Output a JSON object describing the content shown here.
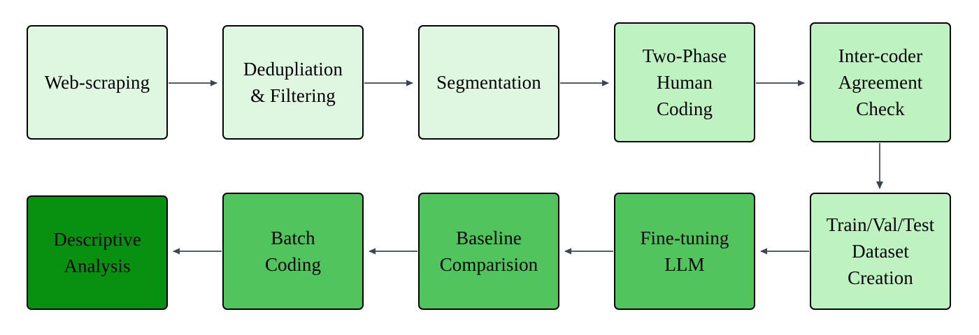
{
  "diagram": {
    "type": "flowchart",
    "orientation": "serpentine-two-rows",
    "background_color": "#ffffff",
    "edge_color": "#3b4553",
    "node_border_color": "#000000",
    "palette": {
      "pale_green": "#dff7e1",
      "light_green": "#bff2c1",
      "mid_green": "#52c45d",
      "dark_green": "#089010"
    },
    "nodes": [
      {
        "id": "web-scraping",
        "lines": [
          "Web-scraping"
        ],
        "fill": "#dff7e1",
        "row": 1,
        "order": 1
      },
      {
        "id": "dedup-filter",
        "lines": [
          "Dedupliation",
          "& Filtering"
        ],
        "fill": "#dff7e1",
        "row": 1,
        "order": 2
      },
      {
        "id": "segmentation",
        "lines": [
          "Segmentation"
        ],
        "fill": "#dff7e1",
        "row": 1,
        "order": 3
      },
      {
        "id": "two-phase",
        "lines": [
          "Two-Phase",
          "Human",
          "Coding"
        ],
        "fill": "#bff2c1",
        "row": 1,
        "order": 4
      },
      {
        "id": "inter-coder",
        "lines": [
          "Inter-coder",
          "Agreement",
          "Check"
        ],
        "fill": "#bff2c1",
        "row": 1,
        "order": 5
      },
      {
        "id": "dataset-creation",
        "lines": [
          "Train/Val/Test",
          "Dataset",
          "Creation"
        ],
        "fill": "#bff2c1",
        "row": 2,
        "order": 6
      },
      {
        "id": "fine-tuning",
        "lines": [
          "Fine-tuning",
          "LLM"
        ],
        "fill": "#52c45d",
        "row": 2,
        "order": 7
      },
      {
        "id": "baseline",
        "lines": [
          "Baseline",
          "Comparision"
        ],
        "fill": "#52c45d",
        "row": 2,
        "order": 8
      },
      {
        "id": "batch-coding",
        "lines": [
          "Batch",
          "Coding"
        ],
        "fill": "#52c45d",
        "row": 2,
        "order": 9
      },
      {
        "id": "descriptive",
        "lines": [
          "Descriptive",
          "Analysis"
        ],
        "fill": "#089010",
        "row": 2,
        "order": 10
      }
    ],
    "edges": [
      {
        "from": "web-scraping",
        "to": "dedup-filter",
        "direction": "right"
      },
      {
        "from": "dedup-filter",
        "to": "segmentation",
        "direction": "right"
      },
      {
        "from": "segmentation",
        "to": "two-phase",
        "direction": "right"
      },
      {
        "from": "two-phase",
        "to": "inter-coder",
        "direction": "right"
      },
      {
        "from": "inter-coder",
        "to": "dataset-creation",
        "direction": "down"
      },
      {
        "from": "dataset-creation",
        "to": "fine-tuning",
        "direction": "left"
      },
      {
        "from": "fine-tuning",
        "to": "baseline",
        "direction": "left"
      },
      {
        "from": "baseline",
        "to": "batch-coding",
        "direction": "left"
      },
      {
        "from": "batch-coding",
        "to": "descriptive",
        "direction": "left"
      }
    ]
  },
  "labels": {
    "web_scraping_l1": "Web-scraping",
    "dedup_l1": "Dedupliation",
    "dedup_l2": "& Filtering",
    "segmentation_l1": "Segmentation",
    "twophase_l1": "Two-Phase",
    "twophase_l2": "Human",
    "twophase_l3": "Coding",
    "intercoder_l1": "Inter-coder",
    "intercoder_l2": "Agreement",
    "intercoder_l3": "Check",
    "dataset_l1": "Train/Val/Test",
    "dataset_l2": "Dataset",
    "dataset_l3": "Creation",
    "finetune_l1": "Fine-tuning",
    "finetune_l2": "LLM",
    "baseline_l1": "Baseline",
    "baseline_l2": "Comparision",
    "batch_l1": "Batch",
    "batch_l2": "Coding",
    "descriptive_l1": "Descriptive",
    "descriptive_l2": "Analysis"
  }
}
